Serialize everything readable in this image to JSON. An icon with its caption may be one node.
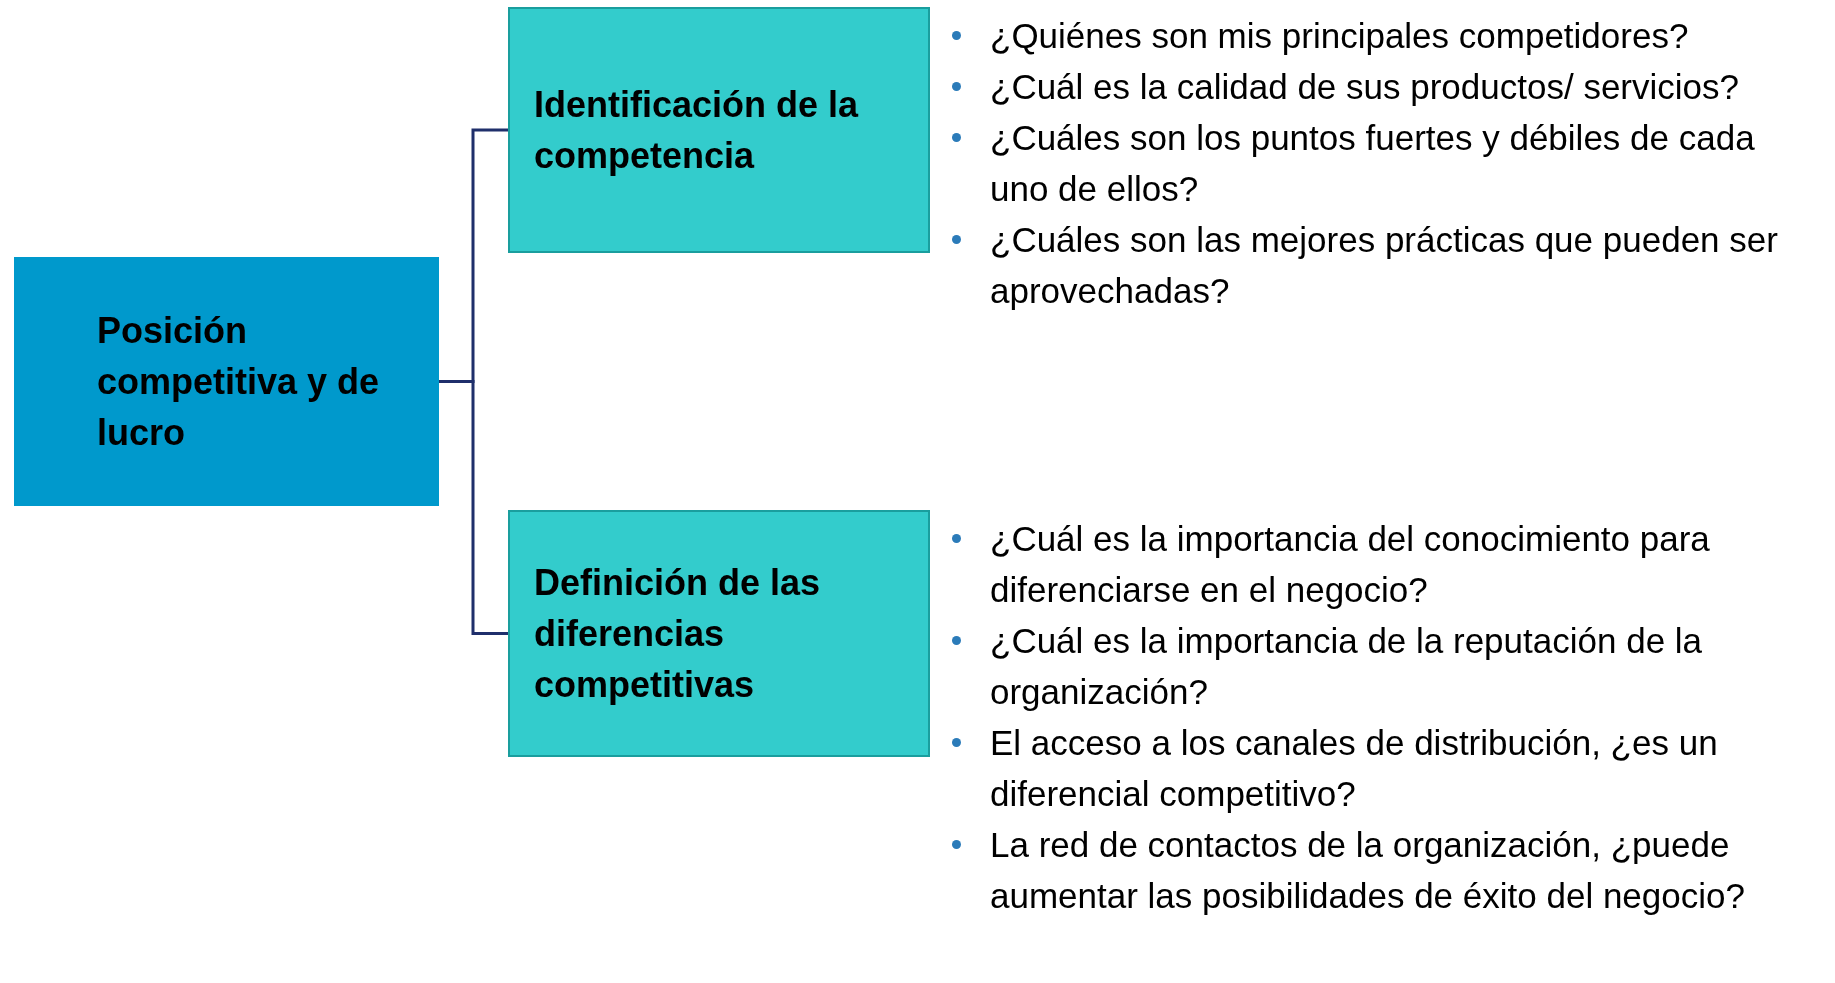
{
  "diagram": {
    "nodes": [
      {
        "text": [
          "Posición competitiva y de lucro"
        ]
      },
      {
        "text": [
          "Identificación de la competencia"
        ],
        "beside": [
          "¿Quiénes son mis principales competidores?",
          "¿Cuál es la calidad de sus productos/ servicios?",
          "¿Cuáles son los puntos fuertes y débiles de cada uno de ellos?",
          "¿Cuáles son las mejores prácticas que pueden ser aprovechadas?"
        ]
      },
      {
        "text": [
          "Definición de las diferencias competitivas"
        ],
        "beside": [
          "¿Cuál es la importancia del conocimiento para diferenciarse en el negocio?",
          "¿Cuál es la importancia de la reputación de la organización?",
          "El acceso a los canales de distribución, ¿es un diferencial competitivo?",
          "La red de contactos de la organización, ¿puede aumentar las posibilidades de éxito del negocio?"
        ]
      }
    ],
    "edges": [
      {
        "from": 0,
        "to": 1,
        "arrow": "none"
      },
      {
        "from": 0,
        "to": 2,
        "arrow": "none"
      }
    ]
  }
}
